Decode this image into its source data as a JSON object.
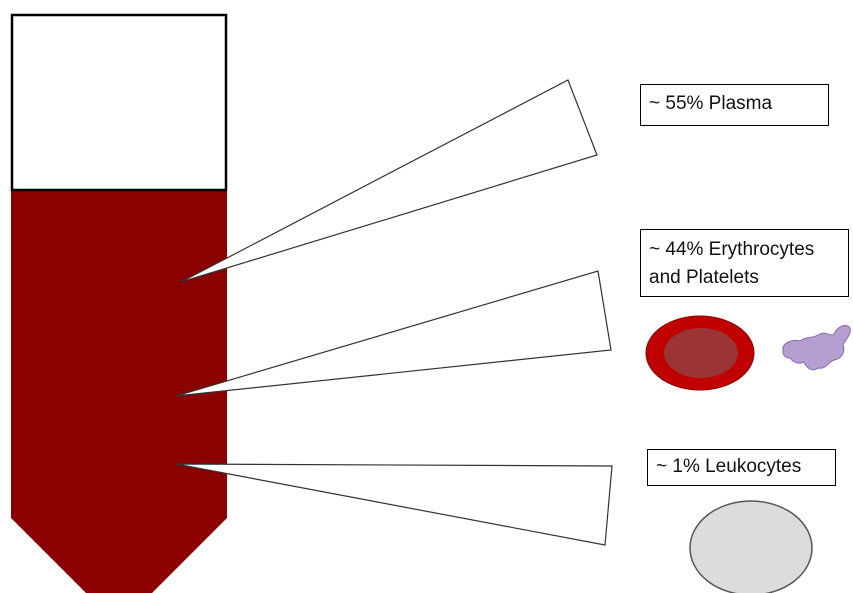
{
  "labels": {
    "plasma": "~ 55% Plasma",
    "erythrocytes_line1": "~ 44% Erythrocytes",
    "erythrocytes_line2": "and Platelets",
    "leukocytes": "~ 1% Leukocytes"
  },
  "colors": {
    "blood": "#8b0000",
    "erythrocyte_rim": "#c00000",
    "erythrocyte_center": "#9b3535",
    "platelet": "#b49fd0",
    "platelet_outline": "#8a6aaf",
    "leukocyte": "#dcdcdc",
    "leukocyte_outline": "#555555"
  },
  "icons": [
    "test-tube-icon",
    "erythrocyte-icon",
    "platelet-icon",
    "leukocyte-icon"
  ]
}
